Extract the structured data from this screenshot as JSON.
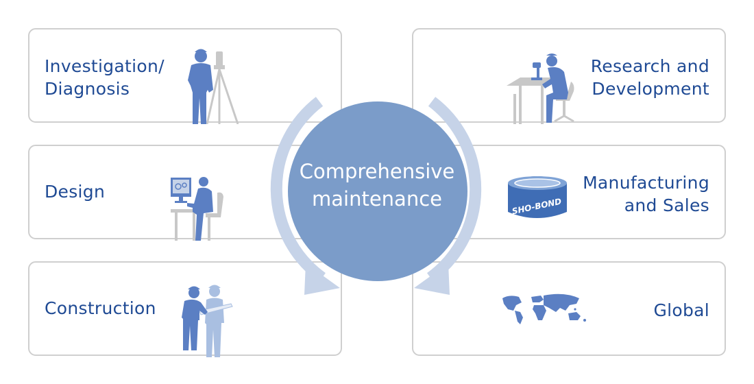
{
  "center": {
    "title": "Comprehensive\nmaintenance"
  },
  "categories": [
    {
      "label": "Investigation/\nDiagnosis",
      "icon": "surveyor-icon"
    },
    {
      "label": "Design",
      "icon": "designer-at-computer-icon"
    },
    {
      "label": "Construction",
      "icon": "workers-with-blueprint-icon"
    },
    {
      "label": "Research and\nDevelopment",
      "icon": "researcher-at-microscope-icon"
    },
    {
      "label": "Manufacturing \nand  Sales",
      "icon": "product-can-icon"
    },
    {
      "label": "Global",
      "icon": "world-map-icon"
    }
  ],
  "product_can_text": "SHO-BOND",
  "colors": {
    "text": "#1f4a94",
    "figure": "#5b7fc3",
    "circle": "#7b9cc9",
    "arrow": "#c6d3e8",
    "border": "#cfcfcf",
    "furniture": "#c8c8c8"
  }
}
